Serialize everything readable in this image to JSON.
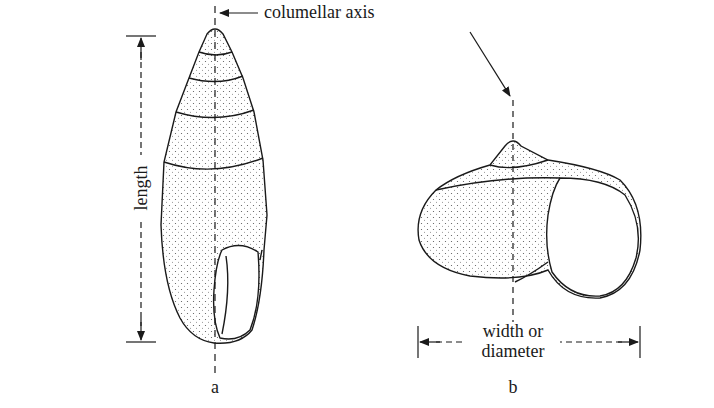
{
  "diagram": {
    "labels": [
      "columellar axis",
      "length",
      "width or diameter",
      "a",
      "b"
    ]
  }
}
